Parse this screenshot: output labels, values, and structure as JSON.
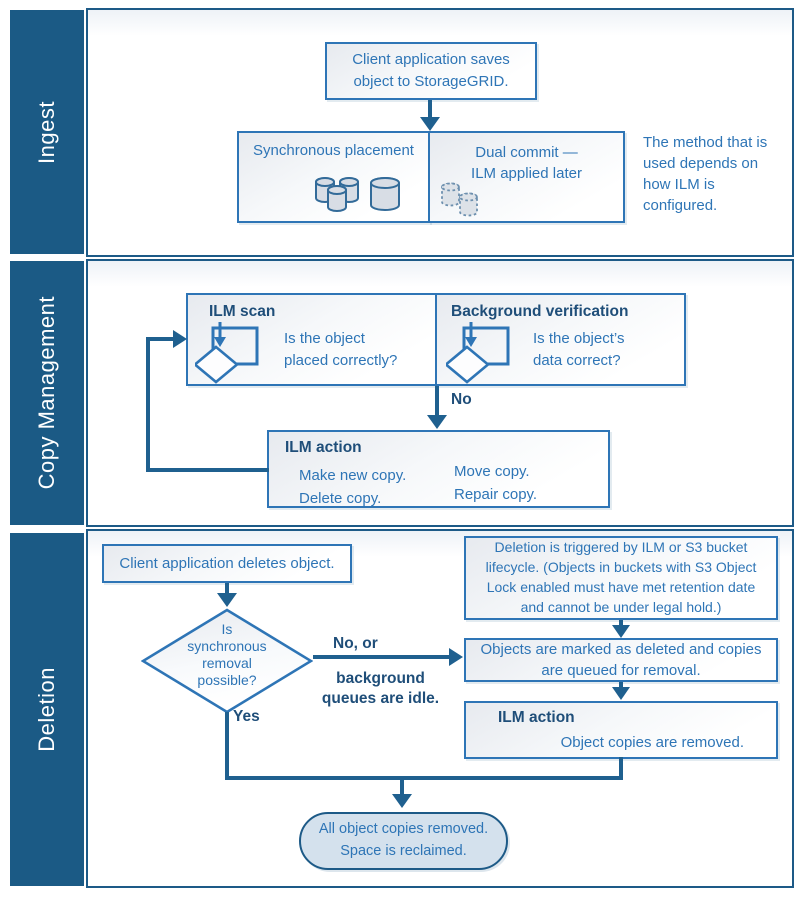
{
  "colors": {
    "sidebar_bg": "#1b5a85",
    "panel_border": "#1d5a87",
    "box_border": "#2e75b6",
    "arrow": "#1f608f",
    "body_text": "#2e75b6",
    "heading_text": "#1f4e79",
    "pill_fill": "#d4e1ed"
  },
  "sections": {
    "ingest": {
      "label": "Ingest",
      "client_box": "Client application saves\nobject to StorageGRID.",
      "sync_placement": "Synchronous placement",
      "dual_commit": "Dual commit —\nILM applied later",
      "note": "The method that is\nused depends on\nhow ILM is\nconfigured."
    },
    "copy_management": {
      "label": "Copy Management",
      "ilm_scan": {
        "title": "ILM scan",
        "question": "Is the object\nplaced correctly?"
      },
      "background_verification": {
        "title": "Background verification",
        "question": "Is the object’s\ndata correct?"
      },
      "no_label": "No",
      "ilm_action": {
        "title": "ILM action",
        "col1": "Make new copy.\nDelete copy.",
        "col2": "Move copy.\nRepair copy."
      }
    },
    "deletion": {
      "label": "Deletion",
      "client_box": "Client application deletes object.",
      "decision": "Is\nsynchronous\nremoval\npossible?",
      "no_or": "No, or",
      "background_queues": "background\nqueues are idle.",
      "yes_label": "Yes",
      "trigger_box": "Deletion is triggered by ILM or S3 bucket\nlifecycle. (Objects in buckets with S3 Object\nLock enabled must have met retention date\nand cannot be under legal hold.)",
      "marked_box": "Objects are marked as deleted and copies\nare queued for removal.",
      "ilm_action": {
        "title": "ILM action",
        "body": "Object copies are removed."
      },
      "pill": "All object copies removed.\nSpace is reclaimed."
    }
  },
  "icons": {
    "storage_cylinders": "storage-cylinders-icon",
    "dashed_cylinders": "dashed-cylinders-icon",
    "loop_scan": "loop-scan-icon",
    "decision_diamond": "decision-diamond-shape"
  }
}
